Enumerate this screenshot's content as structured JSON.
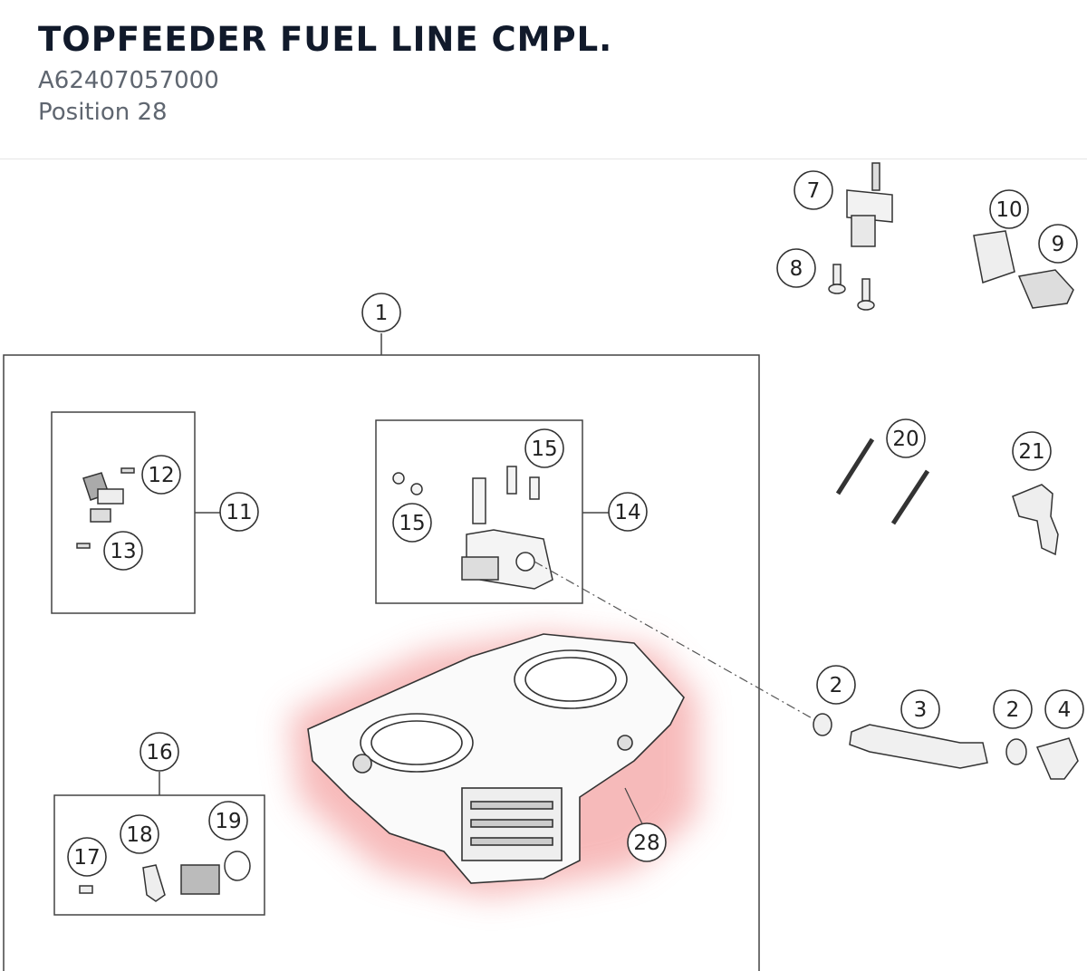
{
  "part": {
    "title": "TOPFEEDER FUEL LINE CMPL.",
    "number": "A62407057000",
    "position": "Position 28"
  },
  "diagram": {
    "highlight_color": "#f4a3a3",
    "line_color": "#333333",
    "callouts": [
      "7",
      "10",
      "9",
      "8",
      "1",
      "12",
      "11",
      "13",
      "15",
      "15",
      "14",
      "20",
      "21",
      "2",
      "3",
      "2",
      "4",
      "16",
      "18",
      "19",
      "17",
      "28"
    ]
  }
}
